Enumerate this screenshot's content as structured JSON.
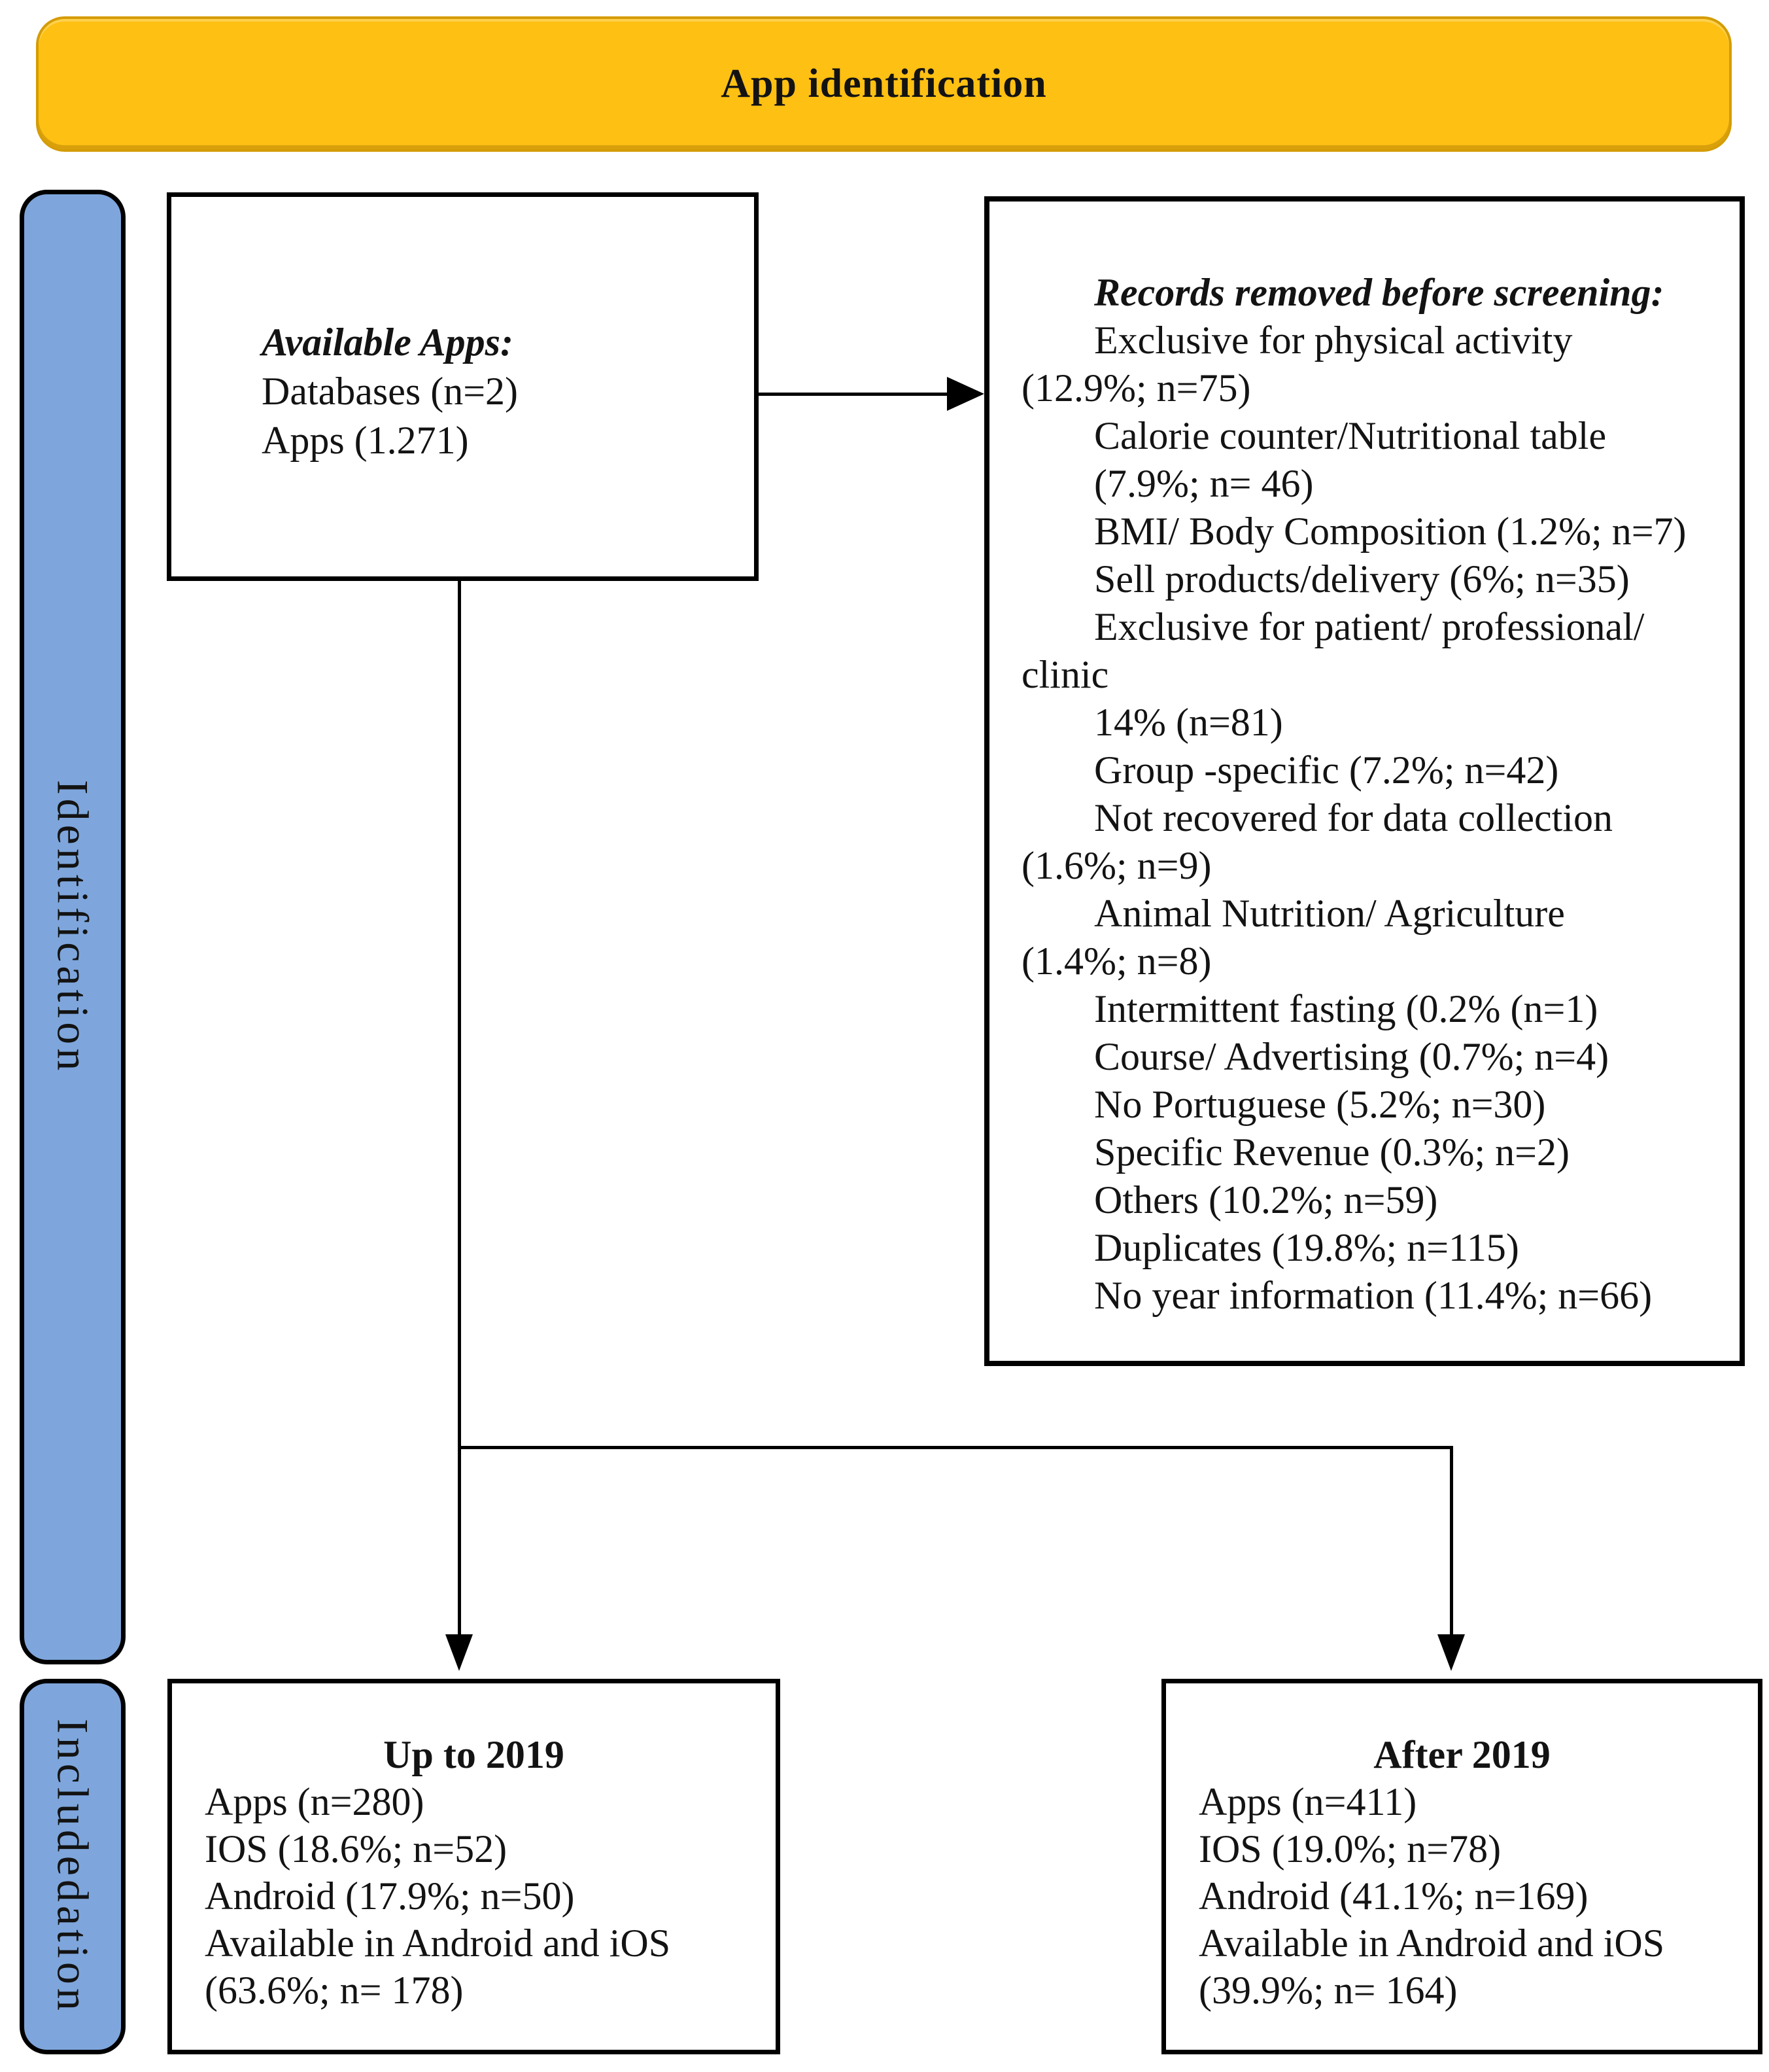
{
  "colors": {
    "banner_fill": "#FDC013",
    "banner_border": "#D49C06",
    "sidebar_fill": "#7EA6DC",
    "line_color": "#000000",
    "text_color": "#131313"
  },
  "banner": {
    "title": "App identification"
  },
  "sidebar": {
    "identification_label": "Identification",
    "inclusion_label": "Includedation"
  },
  "available_box": {
    "heading": "Available Apps:",
    "lines": [
      {
        "text": "Databases (n=2)",
        "indent": false
      },
      {
        "text": "Apps (1.271)",
        "indent": false
      }
    ]
  },
  "records_box": {
    "heading": "Records removed before screening:",
    "lines": [
      {
        "text": "Exclusive for physical activity",
        "indent": true
      },
      {
        "text": "(12.9%; n=75)",
        "indent": false
      },
      {
        "text": "Calorie counter/Nutritional table",
        "indent": true
      },
      {
        "text": "(7.9%; n= 46)",
        "indent": true
      },
      {
        "text": "BMI/ Body Composition (1.2%; n=7)",
        "indent": true
      },
      {
        "text": "Sell products/delivery (6%; n=35)",
        "indent": true
      },
      {
        "text": "Exclusive for patient/ professional/",
        "indent": true
      },
      {
        "text": "clinic",
        "indent": false
      },
      {
        "text": "14% (n=81)",
        "indent": true
      },
      {
        "text": "Group -specific (7.2%; n=42)",
        "indent": true
      },
      {
        "text": "Not recovered for data collection",
        "indent": true
      },
      {
        "text": "(1.6%; n=9)",
        "indent": false
      },
      {
        "text": "Animal Nutrition/ Agriculture",
        "indent": true
      },
      {
        "text": "(1.4%; n=8)",
        "indent": false
      },
      {
        "text": "Intermittent fasting (0.2% (n=1)",
        "indent": true
      },
      {
        "text": "Course/ Advertising (0.7%; n=4)",
        "indent": true
      },
      {
        "text": "No Portuguese (5.2%; n=30)",
        "indent": true
      },
      {
        "text": "Specific Revenue (0.3%; n=2)",
        "indent": true
      },
      {
        "text": "Others (10.2%; n=59)",
        "indent": true
      },
      {
        "text": "Duplicates (19.8%; n=115)",
        "indent": true
      },
      {
        "text": "No year information (11.4%; n=66)",
        "indent": true
      }
    ]
  },
  "upto2019_box": {
    "heading": "Up to 2019",
    "lines": [
      {
        "text": "Apps (n=280)",
        "indent": false
      },
      {
        "text": "IOS (18.6%; n=52)",
        "indent": false
      },
      {
        "text": "Android (17.9%; n=50)",
        "indent": false
      },
      {
        "text": "Available in Android and iOS",
        "indent": false
      },
      {
        "text": "(63.6%; n= 178)",
        "indent": false
      }
    ]
  },
  "after2019_box": {
    "heading": "After 2019",
    "lines": [
      {
        "text": "Apps (n=411)",
        "indent": false
      },
      {
        "text": "IOS (19.0%; n=78)",
        "indent": false
      },
      {
        "text": "Android (41.1%; n=169)",
        "indent": false
      },
      {
        "text": "Available in Android and iOS",
        "indent": false
      },
      {
        "text": "(39.9%; n= 164)",
        "indent": false
      }
    ]
  }
}
